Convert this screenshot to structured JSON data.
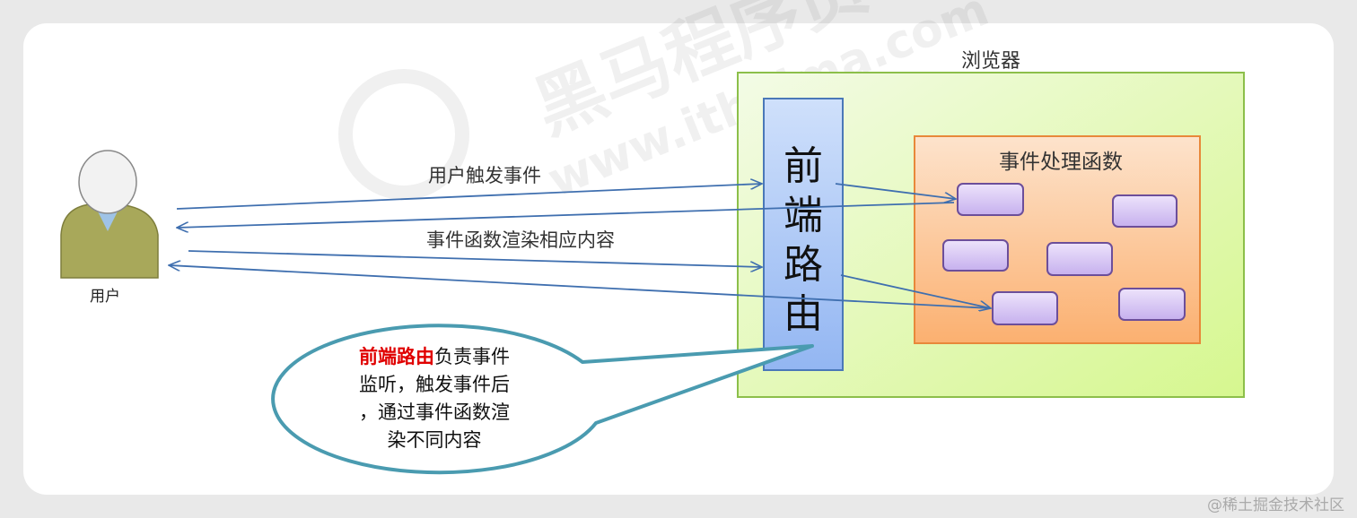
{
  "watermark_bg": [
    "黑马程序员",
    "www.itheima.com"
  ],
  "user": {
    "label": "用户"
  },
  "browser": {
    "label": "浏览器"
  },
  "router": {
    "chars": [
      "前",
      "端",
      "路",
      "由"
    ]
  },
  "handlers": {
    "label": "事件处理函数",
    "box_count": 6
  },
  "arrows": {
    "trigger_label": "用户触发事件",
    "render_label": "事件函数渲染相应内容"
  },
  "callout": {
    "highlight": "前端路由",
    "line1_rest": "负责事件",
    "line2": "监听，触发事件后",
    "line3": "，通过事件函数渲",
    "line4": "染不同内容"
  },
  "footer_watermark": "@稀土掘金技术社区",
  "colors": {
    "arrow": "#3f6faf",
    "highlight": "#e00000",
    "callout_border": "#4a9bb0",
    "browser_fill": "#e6f8c4",
    "handler_fill": "#fbc08a",
    "router_fill": "#a9c8f5",
    "box_fill": "#d5c3f0"
  }
}
